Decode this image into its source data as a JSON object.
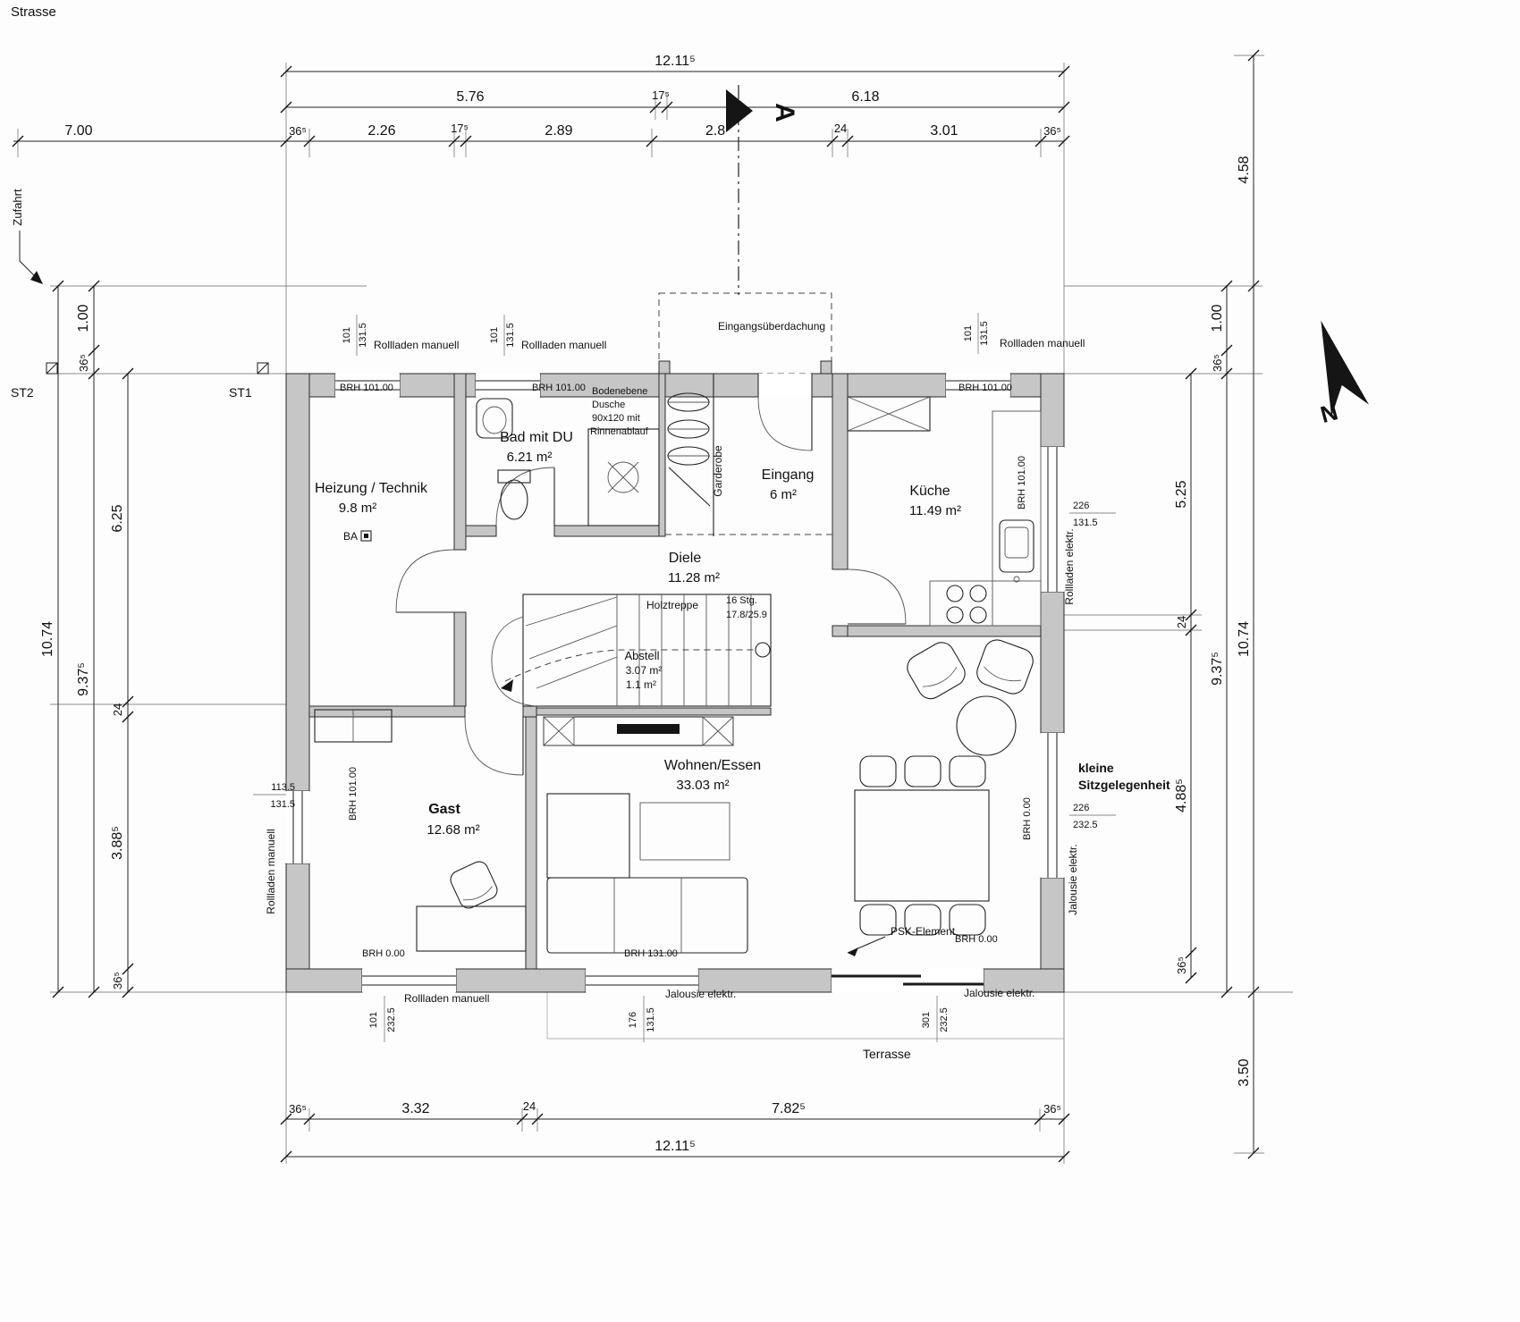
{
  "meta": {
    "strasse": "Strasse",
    "zufahrt": "Zufahrt",
    "st1": "ST1",
    "st2": "ST2",
    "terrasse": "Terrasse",
    "north_letter": "N",
    "section_letter": "A"
  },
  "rooms": {
    "heizung": {
      "name": "Heizung / Technik",
      "area": "9.8 m²"
    },
    "bad": {
      "name": "Bad mit DU",
      "area": "6.21 m²"
    },
    "dusche": {
      "l1": "Bodenebene",
      "l2": "Dusche",
      "l3": "90x120 mit",
      "l4": "Rinnenablauf"
    },
    "garderobe": "Garderobe",
    "eingang": {
      "name": "Eingang",
      "area": "6 m²"
    },
    "kueche": {
      "name": "Küche",
      "area": "11.49 m²"
    },
    "diele": {
      "name": "Diele",
      "area": "11.28 m²"
    },
    "treppe": {
      "name": "Holztreppe",
      "stg": "16 Stg.",
      "ratio": "17.8/25.9"
    },
    "abstell": {
      "name": "Abstell",
      "area": "3.07 m²",
      "area2": "1.1 m²"
    },
    "gast": {
      "name": "Gast",
      "area": "12.68 m²"
    },
    "wohnen": {
      "name": "Wohnen/Essen",
      "area": "33.03 m²"
    },
    "ba": "BA"
  },
  "annot": {
    "ueberdachung": "Eingangsüberdachung",
    "rollladen_manuell": "Rollladen manuell",
    "rollladen_elektr": "Rollladen elektr.",
    "jalousie_elektr": "Jalousie elektr.",
    "psk": "PSK-Element",
    "sitz1": "kleine",
    "sitz2": "Sitzgelegenheit",
    "brh101": "BRH 101.00",
    "brh0": "BRH 0.00",
    "brh131": "BRH 131.00"
  },
  "win": {
    "w101": "101",
    "w1315": "131.5",
    "w226": "226",
    "w2325": "232.5",
    "w1135": "113.5",
    "w176": "176",
    "w301": "301"
  },
  "dims": {
    "t1": "12.11⁵",
    "t2": [
      "5.76",
      "17⁵",
      "6.18"
    ],
    "t3": [
      "7.00",
      "36⁵",
      "2.26",
      "17⁵",
      "2.89",
      "2.8",
      "24",
      "3.01",
      "36⁵"
    ],
    "left": [
      "1.00",
      "36⁵",
      "6.25",
      "10.74",
      "9.37⁵",
      "24",
      "3.88⁵",
      "36⁵"
    ],
    "right": [
      "4.58",
      "1.00",
      "36⁵",
      "5.25",
      "24",
      "9.37⁵",
      "10.74",
      "4.88⁵",
      "36⁵",
      "3.50"
    ],
    "b1": [
      "36⁵",
      "3.32",
      "24",
      "7.82⁵",
      "36⁵"
    ],
    "b2": "12.11⁵"
  }
}
